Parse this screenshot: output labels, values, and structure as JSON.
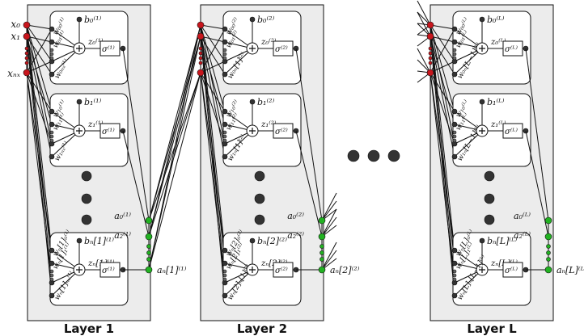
{
  "colors": {
    "layer_fill": "#ececec",
    "neuron_fill": "#ffffff",
    "input_node": "#c8161d",
    "output_node": "#22b222",
    "dark_node": "#333333",
    "line": "#111111"
  },
  "inputs": {
    "x0": "x₀",
    "x1": "x₁",
    "xn": "xₙₓ"
  },
  "layers": [
    {
      "caption": "Layer 1",
      "neurons": [
        {
          "bias": "b₀⁽¹⁾",
          "z": "z₀⁽¹⁾",
          "sigma": "σ⁽¹⁾",
          "w_top": "w₀₀⁽¹⁾",
          "w_mid": "w₀₁⁽¹⁾",
          "w_bot": "w₀ₙₓ⁽¹⁾"
        },
        {
          "bias": "b₁⁽¹⁾",
          "z": "z₁⁽¹⁾",
          "sigma": "σ⁽¹⁾",
          "w_top": "w₁₀⁽¹⁾",
          "w_mid": "w₁₁⁽¹⁾",
          "w_bot": "w₁ₙₓ⁽¹⁾"
        },
        {
          "bias": "bₙ[1]⁽¹⁾",
          "z": "zₙ[1]⁽¹⁾",
          "sigma": "σ⁽¹⁾",
          "w_top": "wₙ[1]₀⁽¹⁾",
          "w_mid": "wₙ[1]₁⁽¹⁾",
          "w_bot": "wₙ[1]ₙₓ⁽¹⁾"
        }
      ],
      "outputs": {
        "a0": "a₀⁽¹⁾",
        "a2": "a₂⁽¹⁾",
        "an": "aₙ[1]⁽¹⁾"
      }
    },
    {
      "caption": "Layer 2",
      "neurons": [
        {
          "bias": "b₀⁽²⁾",
          "z": "z₀⁽²⁾",
          "sigma": "σ⁽²⁾",
          "w_top": "w₀₀⁽²⁾",
          "w_mid": "w₀₁⁽²⁾",
          "w_bot": "w₀ₙ[1]⁽²⁾"
        },
        {
          "bias": "b₁⁽²⁾",
          "z": "z₁⁽²⁾",
          "sigma": "σ⁽²⁾",
          "w_top": "w₁₀⁽²⁾",
          "w_mid": "w₁₁⁽²⁾",
          "w_bot": "w₁ₙ[1]⁽²⁾"
        },
        {
          "bias": "bₙ[2]⁽²⁾",
          "z": "zₙ[2]⁽²⁾",
          "sigma": "σ⁽²⁾",
          "w_top": "wₙ[2]₀⁽²⁾",
          "w_mid": "wₙ[2]₁⁽²⁾",
          "w_bot": "wₙ[2]ₙ[1]⁽²⁾"
        }
      ],
      "outputs": {
        "a0": "a₀⁽²⁾",
        "a2": "a₂⁽²⁾",
        "an": "aₙ[2]⁽²⁾"
      }
    },
    {
      "caption": "Layer L",
      "neurons": [
        {
          "bias": "b₀⁽ᴸ⁾",
          "z": "z₀⁽ᴸ⁾",
          "sigma": "σ⁽ᴸ⁾",
          "w_top": "w₀₀⁽ᴸ⁾",
          "w_mid": "w₀₁⁽ᴸ⁾",
          "w_bot": "w₀ₙ[L−1]⁽ᴸ⁾"
        },
        {
          "bias": "b₁⁽ᴸ⁾",
          "z": "z₁⁽ᴸ⁾",
          "sigma": "σ⁽ᴸ⁾",
          "w_top": "w₁₀⁽ᴸ⁾",
          "w_mid": "w₁₁⁽ᴸ⁾",
          "w_bot": "w₁ₙ[L−1]⁽ᴸ⁾"
        },
        {
          "bias": "bₙ[L]⁽ᴸ⁾",
          "z": "zₙ[L]⁽ᴸ⁾",
          "sigma": "σ⁽ᴸ⁾",
          "w_top": "wₙ[L]₀⁽ᴸ⁾",
          "w_mid": "wₙ[L]₁⁽ᴸ⁾",
          "w_bot": "wₙ[L]ₙ[L−1]⁽ᴸ⁾"
        }
      ],
      "outputs": {
        "a0": "a₀⁽ᴸ⁾",
        "a2": "a₂⁽ᴸ⁾",
        "an": "aₙ[L]⁽ᴸ⁾"
      }
    }
  ]
}
